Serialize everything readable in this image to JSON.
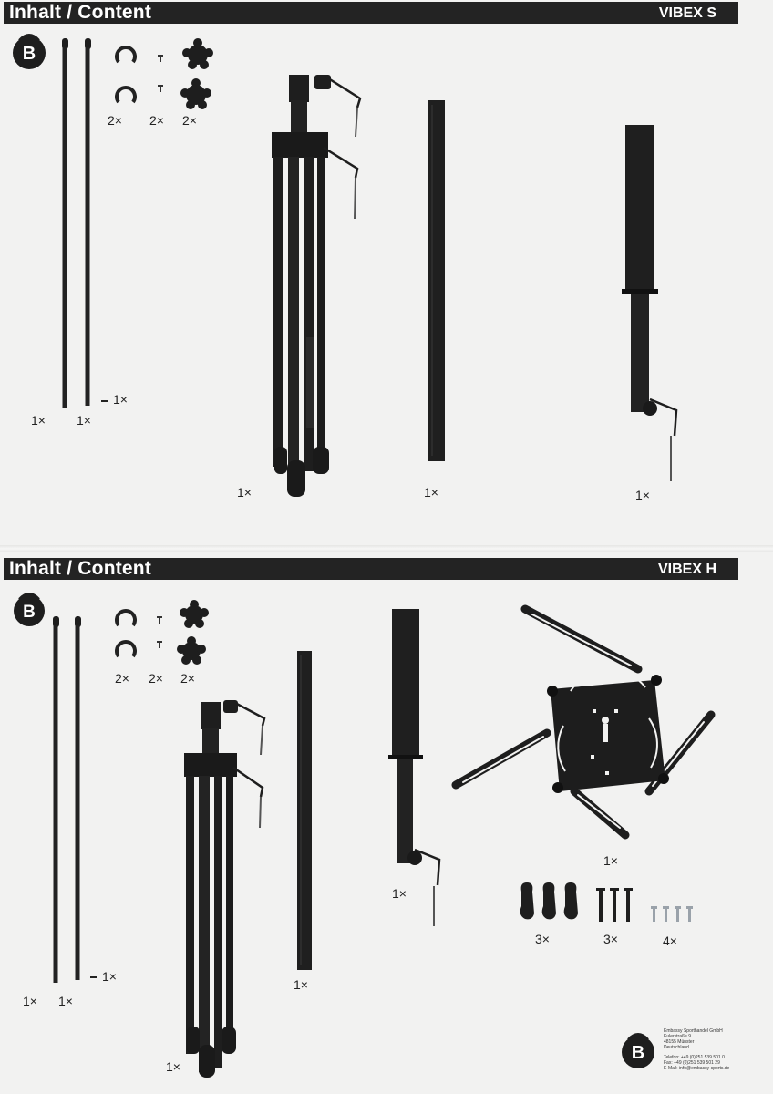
{
  "section_s": {
    "header_title": "Inhalt / Content",
    "model": "VIBEX S",
    "quantities": {
      "clamp": "2×",
      "screw": "2×",
      "knob": "2×",
      "rod_left": "1×",
      "rod_right": "1×",
      "rod_cap": "1×",
      "tripod": "1×",
      "pole": "1×",
      "adapter": "1×"
    }
  },
  "section_h": {
    "header_title": "Inhalt / Content",
    "model": "VIBEX H",
    "quantities": {
      "clamp": "2×",
      "screw": "2×",
      "knob": "2×",
      "rod_left": "1×",
      "rod_right": "1×",
      "rod_cap": "1×",
      "tripod": "1×",
      "pole": "1×",
      "adapter": "1×",
      "mount_plate": "1×",
      "wing_knobs": "3×",
      "bolts": "3×",
      "small_screws": "4×"
    }
  },
  "footer": {
    "company": "Embassy Sporthandel GmbH",
    "street": "Eulerstraße 9",
    "city": "48155 Münster",
    "country": "Deutschland",
    "phone": "Telefon: +49 (0)251 539 501 0",
    "fax": "Fax: +49 (0)251 539 501 29",
    "email": "E-Mail: info@embassy-sports.de"
  },
  "colors": {
    "header_bg": "#232323",
    "parts": "#1e1e1e",
    "paper": "#f2f2f1"
  },
  "icons": {
    "brand_logo": "kettlebell-b-logo"
  }
}
